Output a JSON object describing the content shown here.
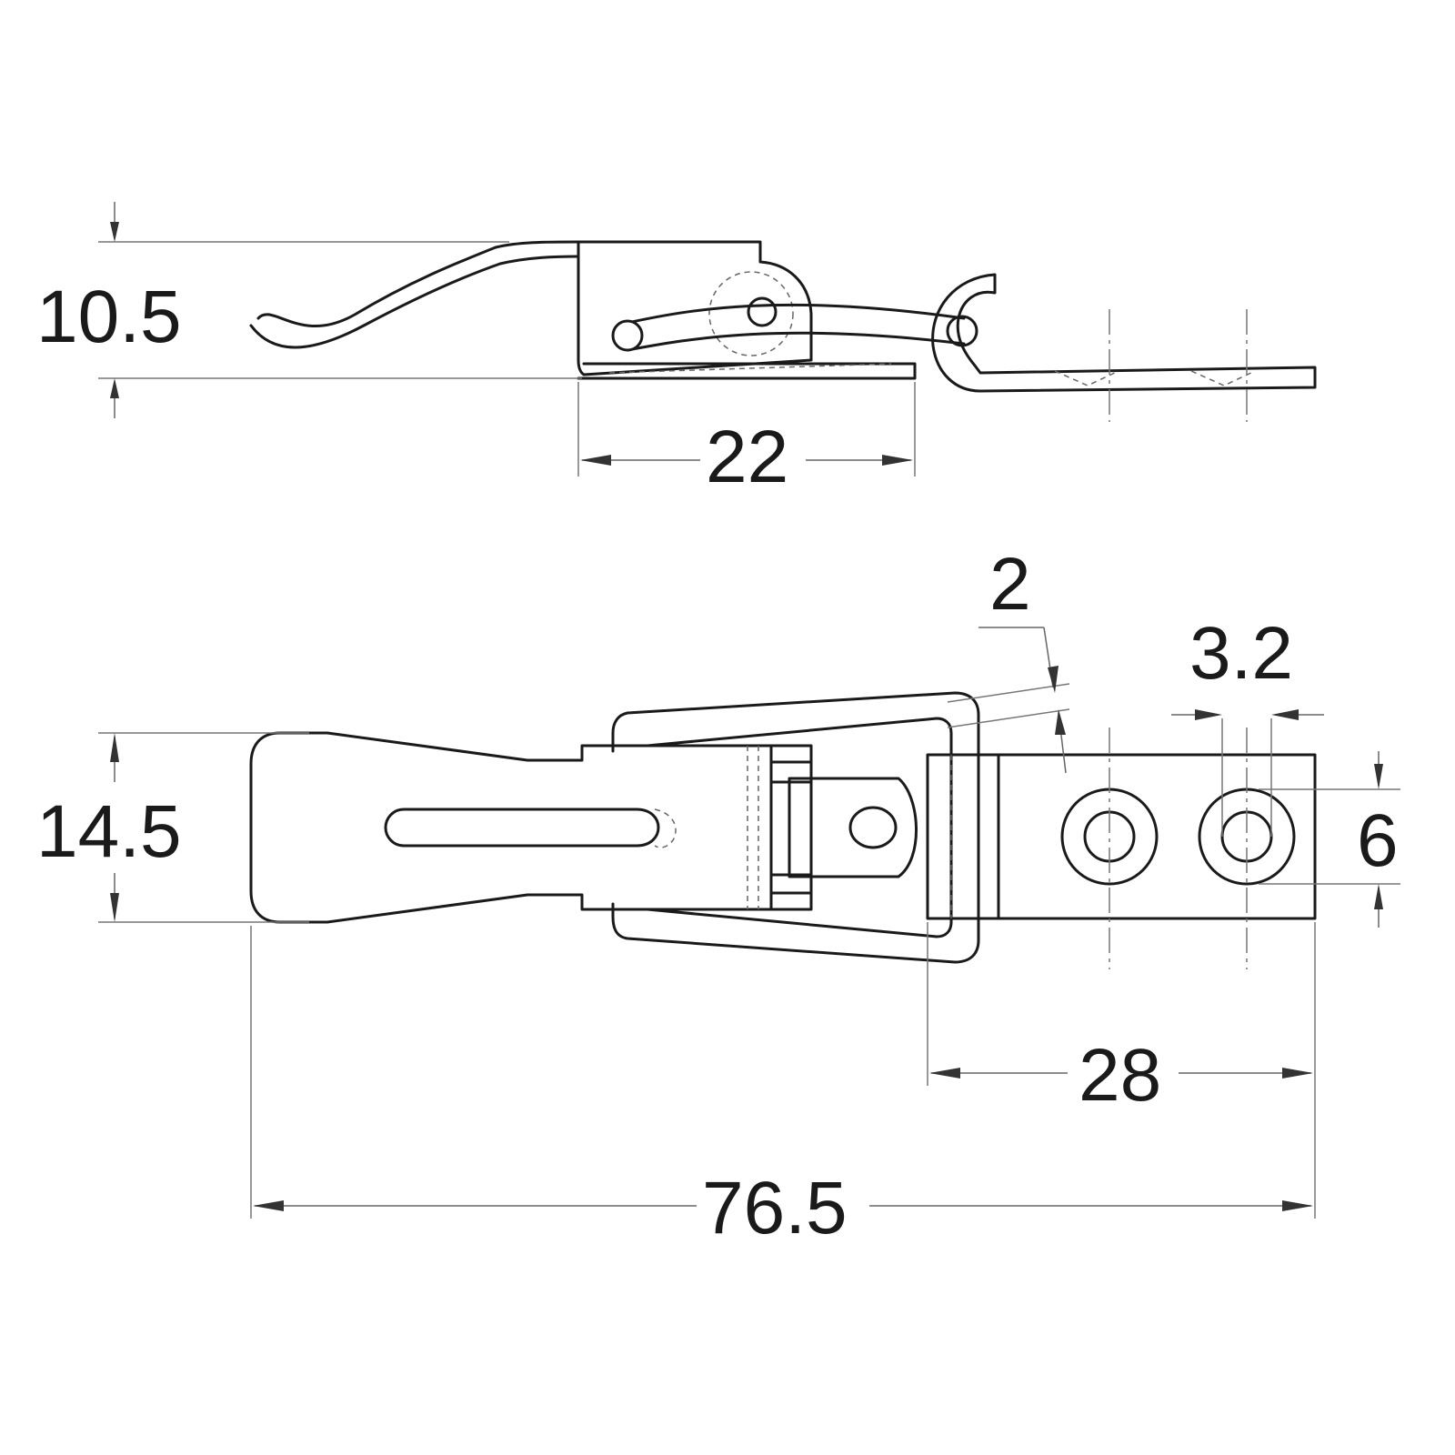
{
  "dimensions": {
    "side_height": "10.5",
    "side_width": "22",
    "thickness": "2",
    "hole_diameter": "3.2",
    "plate_height": "6",
    "overall_height": "14.5",
    "keeper_length": "28",
    "overall_length": "76.5"
  },
  "colors": {
    "line": "#1a1a1a",
    "dimension_line": "#666666",
    "background": "#ffffff"
  }
}
